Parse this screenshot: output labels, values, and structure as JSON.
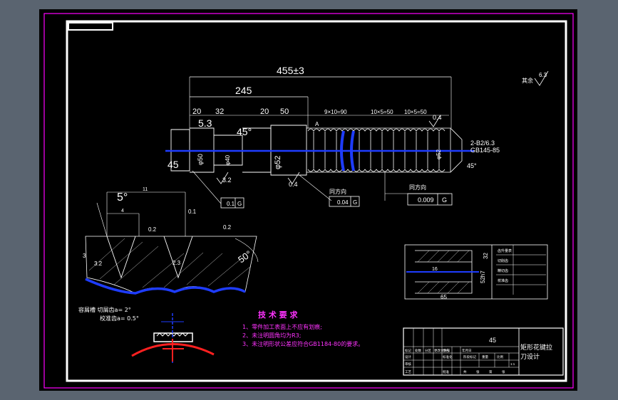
{
  "colors": {
    "outer_bg": "#5a6470",
    "sheet": "#000000",
    "frame_magenta": "#ff00ff",
    "frame_white": "#ffffff",
    "centerline_blue": "#1e3cff",
    "accent_red": "#ff2020",
    "note_magenta": "#ff33ff"
  },
  "dims": {
    "overall": "455±3",
    "d245": "245",
    "d20a": "20",
    "d32": "32",
    "d20b": "20",
    "d50": "50",
    "pitch1": "9×10=90",
    "pitch2": "10×5=50",
    "pitch3": "10×5=50",
    "angle_45a": "45°",
    "angle_45b": "45",
    "tag_53": "5.3",
    "dia_50": "φ50",
    "dia_52": "φ52",
    "dia_right": "φ52",
    "dia_small": "φ40",
    "letter_a": "A",
    "r04a": "0.4",
    "r04b": "0.4",
    "r32": "3.2",
    "center_hole": "2-B2/6.3",
    "center_hole_std": "GB145-85",
    "angle_right": "45°"
  },
  "roughness_other": {
    "label": "其余",
    "value": "6.3"
  },
  "tolerances": {
    "t1": "0.1",
    "t1_ref": "G",
    "t2_label": "同方向",
    "t2": "0.04",
    "t2_ref": "G",
    "t3_label": "同方向",
    "t3": "0.009",
    "t3_ref": "G"
  },
  "tooth_detail": {
    "angle_top": "5°",
    "dim_11": "11",
    "dim_4": "4",
    "r02a": "0.2",
    "r02b": "0.2",
    "r01": "0.1",
    "dim_3": "3",
    "r32": "3.2",
    "dim_23": "2.3",
    "angle_50": "50°",
    "rake_note_1": "容屑槽  切屑齿a= 2°",
    "rake_note_2": "校准齿a= 0.5°"
  },
  "section_view": {
    "dim_16": "16",
    "dim_65": "65",
    "dim_right": "52h7",
    "dim_32": "32",
    "table": [
      "齿升量表",
      "切削齿",
      "精切齿",
      "校准齿"
    ]
  },
  "requirements": {
    "title": "技 术 要 求",
    "items": [
      "1、零件加工表面上不应有划痕;",
      "2、未注明圆角均为R3;",
      "3、未注明形状公差应符合GB1184-80的要求。"
    ]
  },
  "title_block": {
    "material": "45",
    "drawing_name_1": "矩形花键拉",
    "drawing_name_2": "刀设计",
    "cells": [
      "标记",
      "处数",
      "分区",
      "更改文件号",
      "签名",
      "年月日",
      "设计",
      "标准化",
      "阶段标记",
      "重量",
      "比例",
      "审核",
      "工艺",
      "批准",
      "共",
      "张",
      "第",
      "张",
      "1:1"
    ]
  }
}
